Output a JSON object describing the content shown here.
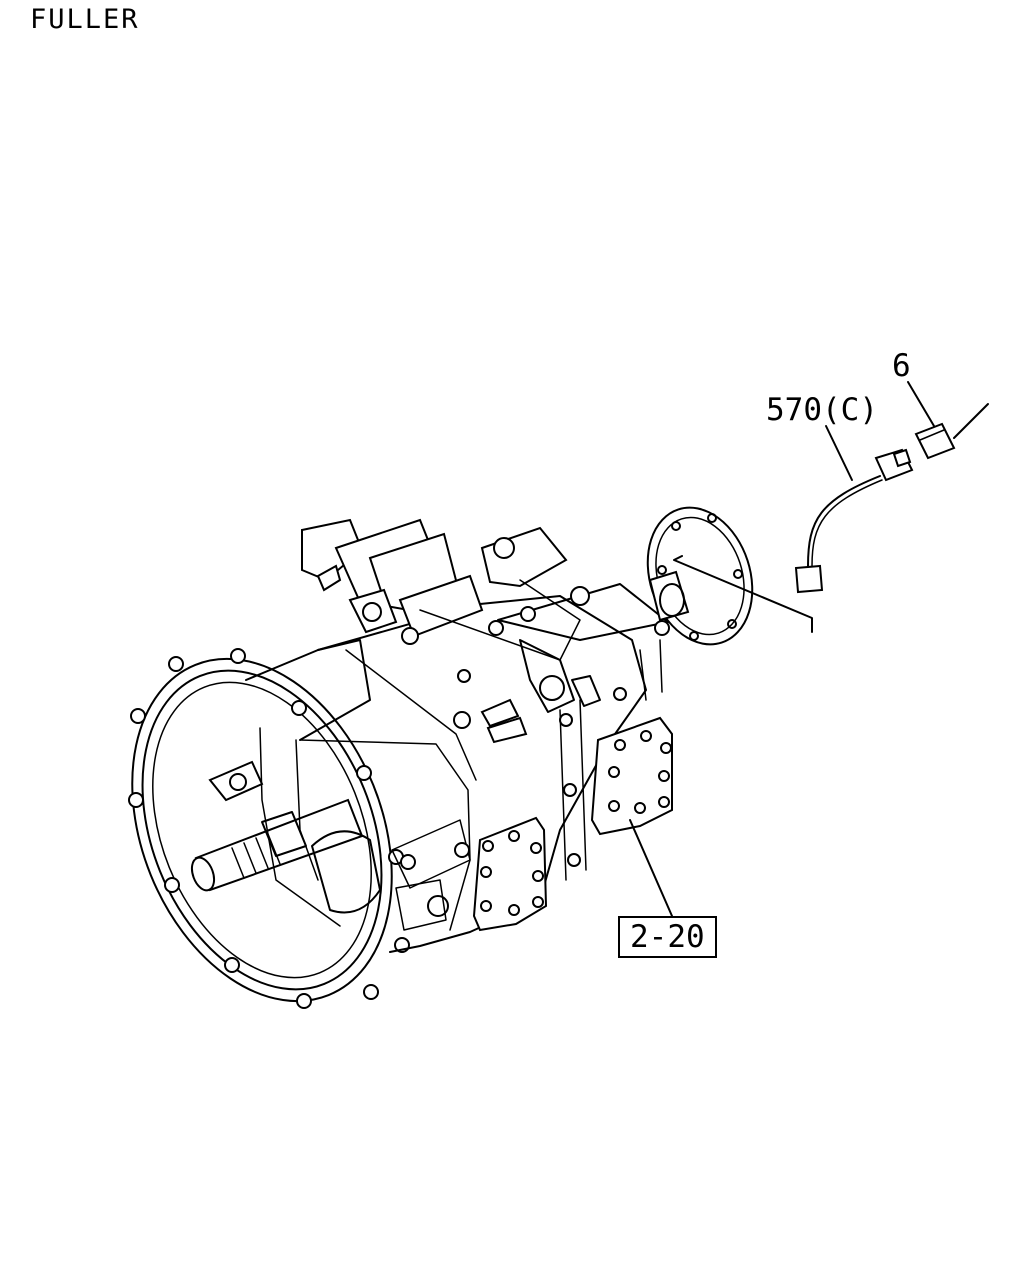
{
  "header": {
    "title": "FULLER"
  },
  "callouts": {
    "part_6": "6",
    "part_570": "570(C)",
    "ref_2_20": "2-20"
  }
}
